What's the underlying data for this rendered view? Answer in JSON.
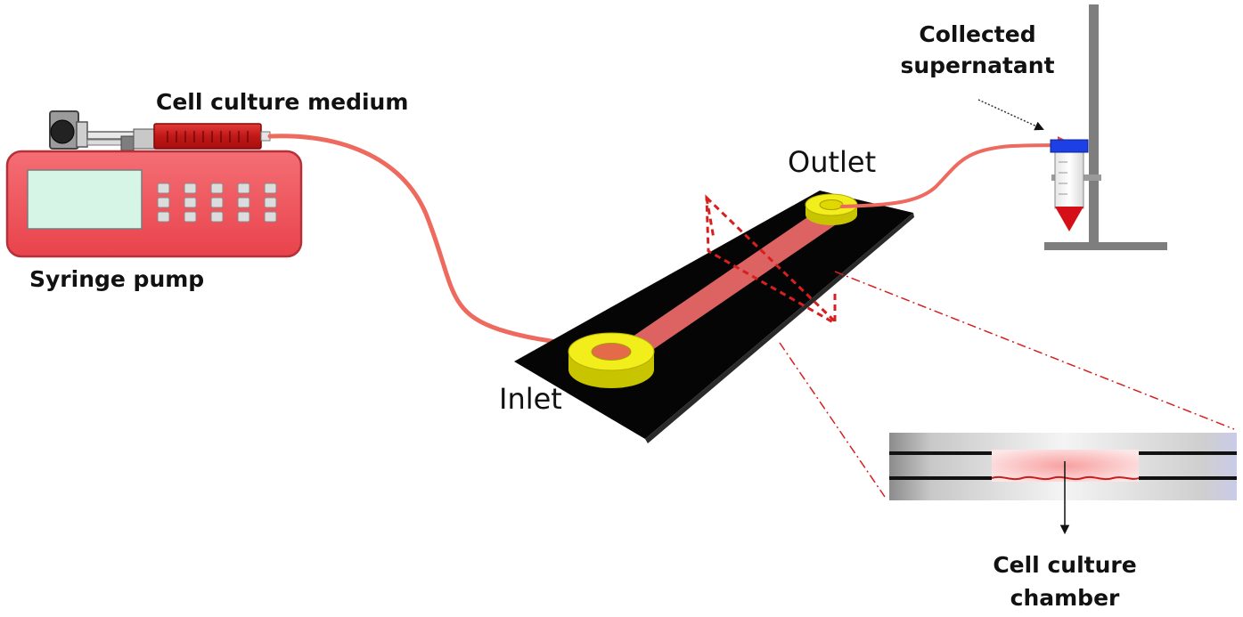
{
  "labels": {
    "syringe_pump": "Syringe pump",
    "cell_culture_medium": "Cell culture medium",
    "outlet": "Outlet",
    "inlet": "Inlet",
    "collected_line1": "Collected",
    "collected_line2": "supernatant",
    "chamber_line1": "Cell culture",
    "chamber_line2": "chamber"
  },
  "colors": {
    "pump_body": "#f0525a",
    "pump_border": "#c03038",
    "pump_screen": "#d6f5e6",
    "syringe_barrel": "#c81e1e",
    "tubing": "#ee6a5f",
    "chip": "#050505",
    "channel": "#f06b6b",
    "port": "#f2ee1c",
    "port_dark": "#c9c400",
    "tube_cap": "#1d3fe6",
    "tube_fluid": "#d40f17",
    "stand": "#808080",
    "cut_plane": "#d62020"
  }
}
